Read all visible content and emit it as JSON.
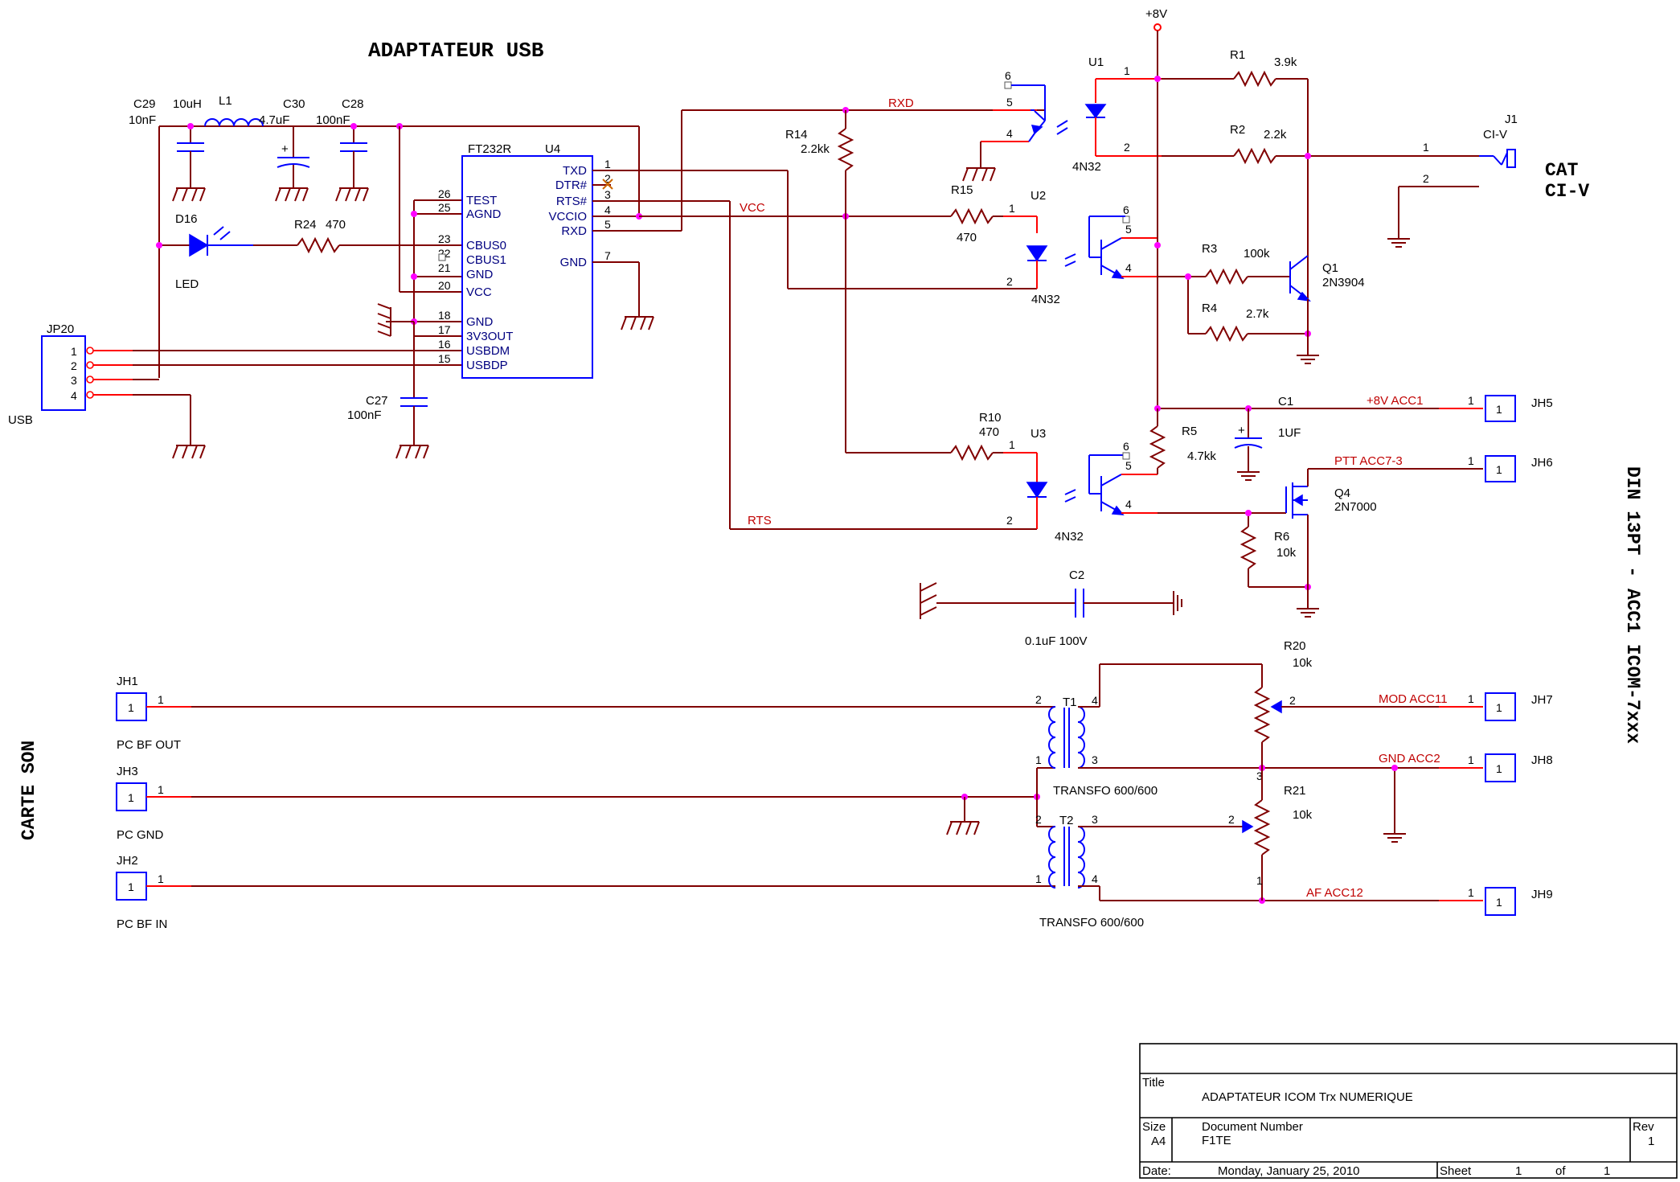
{
  "title": "ADAPTATEUR USB",
  "side_labels": {
    "cat_line1": "CAT",
    "cat_line2": "CI-V",
    "din": "DIN 13PT - ACC1 ICOM-7xxx",
    "carte_son": "CARTE SON"
  },
  "net_labels": {
    "rxd": "RXD",
    "vcc": "VCC",
    "rts": "RTS",
    "plus8v": "+8V",
    "acc1": "+8V  ACC1",
    "ptt": "PTT  ACC7-3",
    "mod": "MOD  ACC11",
    "gnd_acc2": "GND ACC2",
    "af": "AF  ACC12"
  },
  "ic": {
    "ref": "U4",
    "part": "FT232R",
    "left_pins": [
      {
        "num": "26",
        "name": "TEST"
      },
      {
        "num": "25",
        "name": "AGND"
      },
      {
        "num": "23",
        "name": "CBUS0"
      },
      {
        "num": "22",
        "name": "CBUS1"
      },
      {
        "num": "21",
        "name": "GND"
      },
      {
        "num": "20",
        "name": "VCC"
      },
      {
        "num": "18",
        "name": "GND"
      },
      {
        "num": "17",
        "name": "3V3OUT"
      },
      {
        "num": "16",
        "name": "USBDM"
      },
      {
        "num": "15",
        "name": "USBDP"
      }
    ],
    "right_pins": [
      {
        "num": "1",
        "name": "TXD"
      },
      {
        "num": "2",
        "name": "DTR#"
      },
      {
        "num": "3",
        "name": "RTS#"
      },
      {
        "num": "4",
        "name": "VCCIO"
      },
      {
        "num": "5",
        "name": "RXD"
      },
      {
        "num": "7",
        "name": "GND"
      }
    ]
  },
  "parts": {
    "c29": {
      "ref": "C29",
      "value": "10nF"
    },
    "l1": {
      "ref": "L1",
      "value": "10uH"
    },
    "c30": {
      "ref": "C30",
      "value": "4.7uF"
    },
    "c28": {
      "ref": "C28",
      "value": "100nF"
    },
    "c27": {
      "ref": "C27",
      "value": "100nF"
    },
    "d16": {
      "ref": "D16",
      "value": "LED"
    },
    "r24": {
      "ref": "R24",
      "value": "470"
    },
    "jp20": {
      "ref": "JP20",
      "value": "USB",
      "pins": [
        "1",
        "2",
        "3",
        "4"
      ]
    },
    "r14": {
      "ref": "R14",
      "value": "2.2kk"
    },
    "r15": {
      "ref": "R15",
      "value": "470"
    },
    "r10": {
      "ref": "R10",
      "value": "470"
    },
    "u1": {
      "ref": "U1",
      "value": "4N32"
    },
    "u2": {
      "ref": "U2",
      "value": "4N32"
    },
    "u3": {
      "ref": "U3",
      "value": "4N32"
    },
    "r1": {
      "ref": "R1",
      "value": "3.9k"
    },
    "r2": {
      "ref": "R2",
      "value": "2.2k"
    },
    "r3": {
      "ref": "R3",
      "value": "100k"
    },
    "r4": {
      "ref": "R4",
      "value": "2.7k"
    },
    "r5": {
      "ref": "R5",
      "value": "4.7kk"
    },
    "r6": {
      "ref": "R6",
      "value": "10k"
    },
    "q1": {
      "ref": "Q1",
      "value": "2N3904"
    },
    "q4": {
      "ref": "Q4",
      "value": "2N7000"
    },
    "c1": {
      "ref": "C1",
      "value": "1UF"
    },
    "c2": {
      "ref": "C2",
      "value": "0.1uF 100V"
    },
    "j1": {
      "ref": "J1",
      "value": "CI-V"
    },
    "jh5": {
      "ref": "JH5"
    },
    "jh6": {
      "ref": "JH6"
    },
    "jh7": {
      "ref": "JH7"
    },
    "jh8": {
      "ref": "JH8"
    },
    "jh9": {
      "ref": "JH9"
    },
    "jh1": {
      "ref": "JH1",
      "value": "PC BF OUT"
    },
    "jh3": {
      "ref": "JH3",
      "value": "PC GND"
    },
    "jh2": {
      "ref": "JH2",
      "value": "PC BF IN"
    },
    "t1": {
      "ref": "T1",
      "value": "TRANSFO 600/600"
    },
    "t2": {
      "ref": "T2",
      "value": "TRANSFO 600/600"
    },
    "r20": {
      "ref": "R20",
      "value": "10k"
    },
    "r21": {
      "ref": "R21",
      "value": "10k"
    }
  },
  "pin_numbers": {
    "one": "1",
    "two": "2",
    "three": "3",
    "four": "4",
    "five": "5",
    "six": "6"
  },
  "title_block": {
    "title_label": "Title",
    "title": "ADAPTATEUR ICOM Trx NUMERIQUE",
    "size_label": "Size",
    "size": "A4",
    "docnum_label": "Document Number",
    "docnum": "F1TE",
    "rev_label": "Rev",
    "rev": "1",
    "date_label": "Date:",
    "date": "Monday, January 25, 2010",
    "sheet_label": "Sheet",
    "sheet": "1",
    "of_label": "of",
    "of": "1"
  },
  "colors": {
    "wire": "#800000",
    "symbol": "#0000ff",
    "pin": "#ff0000",
    "junction": "#ff00ff",
    "net_label": "#c00000"
  }
}
